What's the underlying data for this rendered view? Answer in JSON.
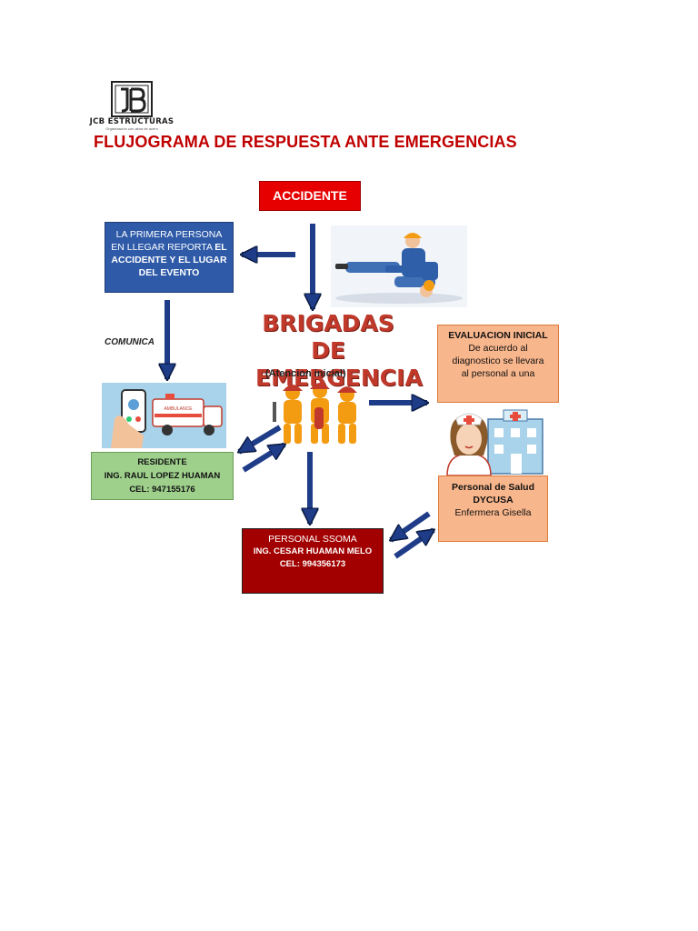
{
  "logo": {
    "brand": "JCB ESTRUCTURAS",
    "tagline": "Organización con alma de acero"
  },
  "title": "FLUJOGRAMA DE RESPUESTA ANTE EMERGENCIAS",
  "accidente": "ACCIDENTE",
  "primera_persona": {
    "line1": "LA PRIMERA PERSONA",
    "line2a": "EN LLEGAR REPORTA ",
    "line2b": "EL",
    "line3": "ACCIDENTE Y EL LUGAR",
    "line4": "DEL EVENTO"
  },
  "comunica": "COMUNICA",
  "brigadas": {
    "line1": "BRIGADAS DE",
    "line2": "EMERGENCIA",
    "sub": "(Atencion inicial)"
  },
  "evaluacion": {
    "title": "EVALUACION INICIAL",
    "line1": "De acuerdo al",
    "line2": "diagnostico se llevara",
    "line3": "al personal a una"
  },
  "residente": {
    "title": "RESIDENTE",
    "name": "ING. RAUL LOPEZ HUAMAN",
    "phone": "CEL: 947155176"
  },
  "salud": {
    "title": "Personal de Salud",
    "org": "DYCUSA",
    "person": "Enfermera  Gisella"
  },
  "ssoma": {
    "title": "PERSONAL SSOMA",
    "name": "ING. CESAR HUAMAN MELO",
    "phone": "CEL: 994356173"
  },
  "ambulance_label": "AMBULANCE",
  "colors": {
    "arrow_fill": "#1f3c88",
    "arrow_stroke": "#0a1a40",
    "title_red": "#c00000",
    "accent_blue": "#2e5aa8",
    "green_box": "#9ed08c",
    "orange_box": "#f8b68c",
    "dark_red": "#a20000"
  }
}
